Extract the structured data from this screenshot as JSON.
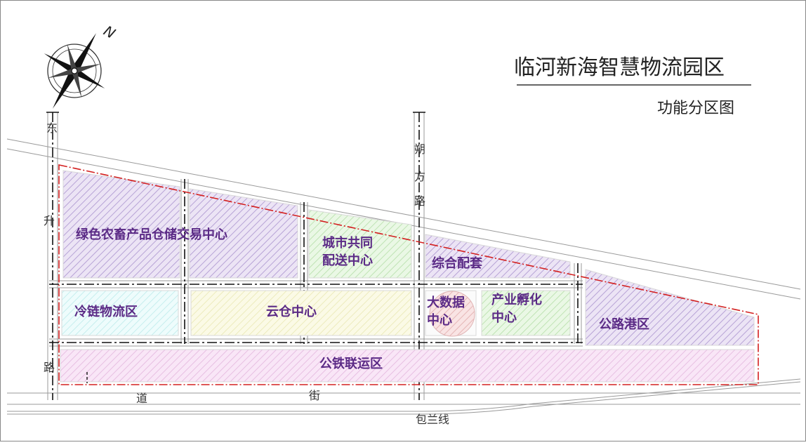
{
  "map": {
    "title": "临河新海智慧物流园区",
    "subtitle": "功能分区图",
    "compass_letter": "N",
    "roads": {
      "east_1": "东",
      "east_2": "升",
      "east_3": "路",
      "north_1": "朔",
      "north_2": "方",
      "north_3": "路",
      "south_1": "道",
      "south_2": "街",
      "rail": "包兰线"
    },
    "zones": {
      "green_agri": "绿色农畜产品仓储交易中心",
      "city_dist_1": "城市共同",
      "city_dist_2": "配送中心",
      "support": "综合配套",
      "cold_chain": "冷链物流区",
      "cloud": "云仓中心",
      "bigdata_1": "大数据",
      "bigdata_2": "中心",
      "incubator_1": "产业孵化",
      "incubator_2": "中心",
      "highway_port": "公路港区",
      "rail_road": "公铁联运区"
    },
    "colors": {
      "purple_zone": "#c9b8e0",
      "green_zone": "#cfeec8",
      "cyan_zone": "#d7f6f6",
      "yellow_zone": "#f8f6d2",
      "pink_zone": "#f1cdee",
      "red_boundary": "#d32020",
      "label": "#5b2a86"
    }
  }
}
